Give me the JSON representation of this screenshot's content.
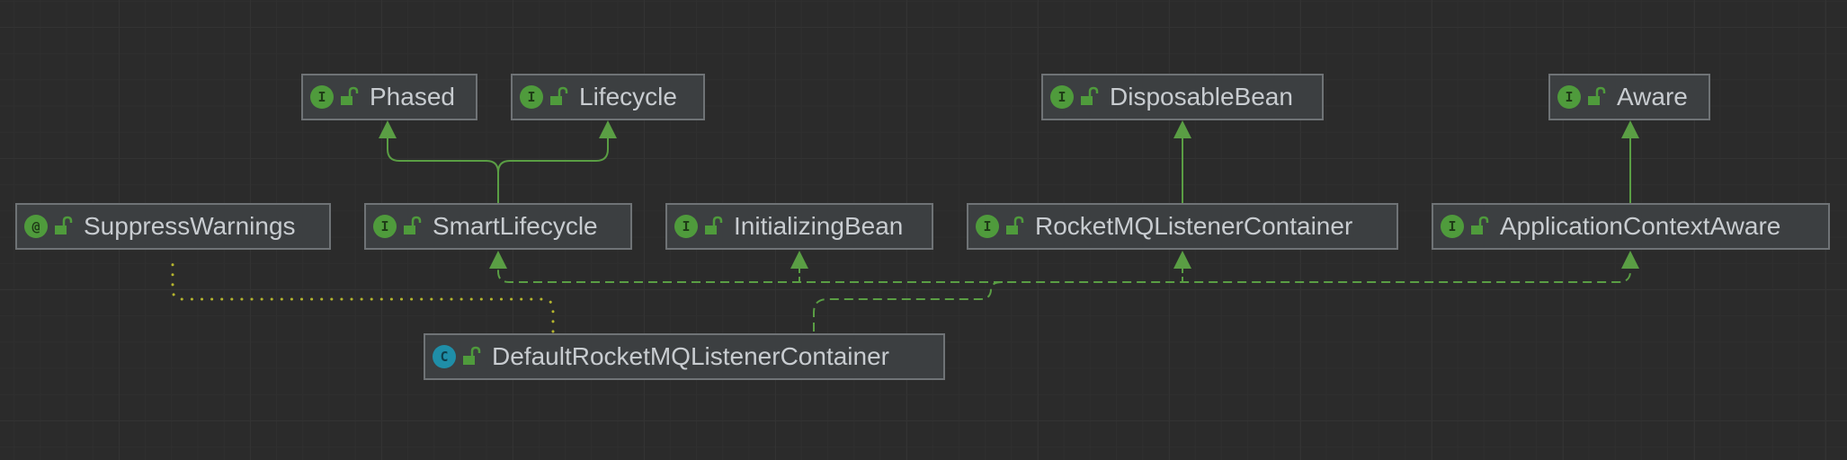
{
  "colors": {
    "background": "#2b2b2b",
    "node_fill": "#3c3f41",
    "node_border": "#6f7376",
    "node_text": "#c8ccd0",
    "edge_green": "#5a9e44",
    "edge_annotation": "#b5b52e",
    "interface_badge": "#4f9b3c",
    "class_badge": "#1f8ea8"
  },
  "nodes": {
    "phased": {
      "label": "Phased",
      "kind": "interface",
      "badge": "I",
      "icon": "interface-icon"
    },
    "lifecycle": {
      "label": "Lifecycle",
      "kind": "interface",
      "badge": "I",
      "icon": "interface-icon"
    },
    "disposable_bean": {
      "label": "DisposableBean",
      "kind": "interface",
      "badge": "I",
      "icon": "interface-icon"
    },
    "aware": {
      "label": "Aware",
      "kind": "interface",
      "badge": "I",
      "icon": "interface-icon"
    },
    "suppress_warnings": {
      "label": "SuppressWarnings",
      "kind": "annotation",
      "badge": "@",
      "icon": "annotation-icon"
    },
    "smart_lifecycle": {
      "label": "SmartLifecycle",
      "kind": "interface",
      "badge": "I",
      "icon": "interface-icon"
    },
    "initializing_bean": {
      "label": "InitializingBean",
      "kind": "interface",
      "badge": "I",
      "icon": "interface-icon"
    },
    "rocketmq_listener_container": {
      "label": "RocketMQListenerContainer",
      "kind": "interface",
      "badge": "I",
      "icon": "interface-icon"
    },
    "application_context_aware": {
      "label": "ApplicationContextAware",
      "kind": "interface",
      "badge": "I",
      "icon": "interface-icon"
    },
    "default_rocketmq_listener_container": {
      "label": "DefaultRocketMQListenerContainer",
      "kind": "class",
      "badge": "C",
      "icon": "class-icon"
    }
  },
  "edges": [
    {
      "from": "smart_lifecycle",
      "to": "phased",
      "type": "extends"
    },
    {
      "from": "smart_lifecycle",
      "to": "lifecycle",
      "type": "extends"
    },
    {
      "from": "rocketmq_listener_container",
      "to": "disposable_bean",
      "type": "extends"
    },
    {
      "from": "application_context_aware",
      "to": "aware",
      "type": "extends"
    },
    {
      "from": "default_rocketmq_listener_container",
      "to": "smart_lifecycle",
      "type": "implements"
    },
    {
      "from": "default_rocketmq_listener_container",
      "to": "initializing_bean",
      "type": "implements"
    },
    {
      "from": "default_rocketmq_listener_container",
      "to": "rocketmq_listener_container",
      "type": "implements"
    },
    {
      "from": "default_rocketmq_listener_container",
      "to": "application_context_aware",
      "type": "implements"
    },
    {
      "from": "default_rocketmq_listener_container",
      "to": "suppress_warnings",
      "type": "annotated-by"
    }
  ]
}
